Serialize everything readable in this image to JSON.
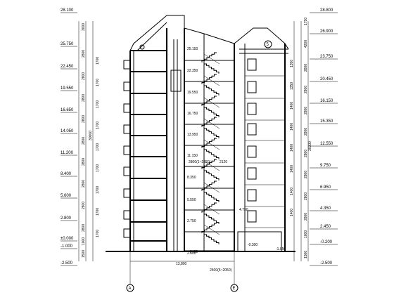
{
  "left_elevations": [
    "28.100",
    "25.750",
    "22.450",
    "19.550",
    "16.650",
    "14.050",
    "11.200",
    "8.400",
    "5.600",
    "2.800",
    "±0.000",
    "-1.000",
    "-2.500"
  ],
  "right_elevations": [
    "28.800",
    "26.900",
    "23.750",
    "20.450",
    "16.150",
    "15.350",
    "12.550",
    "9.750",
    "6.950",
    "4.350",
    "2.450",
    "-0.200",
    "-2.500"
  ],
  "stair_elevations": [
    "25.150",
    "22.350",
    "19.550",
    "16.750",
    "13.950",
    "11.150",
    "8.350",
    "5.550",
    "2.750",
    "-0.300",
    "2.600"
  ],
  "left_dims": [
    "3000",
    "2800",
    "2800",
    "2800",
    "2800",
    "2800",
    "2800",
    "2800",
    "2800",
    "2800",
    "1000",
    "1500"
  ],
  "left_dims_total": "30000",
  "left_dims_sub": [
    "1700",
    "1700",
    "1700",
    "1700",
    "1700",
    "1700",
    "1700",
    "1700",
    "1700"
  ],
  "right_dims": [
    "1750",
    "4200",
    "2800",
    "2800",
    "2800",
    "2800",
    "2800",
    "2800",
    "2800",
    "2800",
    "1000",
    "1500"
  ],
  "right_dims_total": "30300",
  "right_dims_sub": [
    "1350",
    "1350",
    "1400",
    "1400",
    "1400",
    "1400",
    "1400",
    "1400"
  ],
  "mid_labels": [
    "2800(1~2020)",
    "2120",
    "4.750",
    "-1.050"
  ],
  "bottom_dims": [
    "13,800",
    "2400(5~2050)",
    "2400"
  ],
  "axis_labels": [
    "A",
    "E",
    "5"
  ]
}
